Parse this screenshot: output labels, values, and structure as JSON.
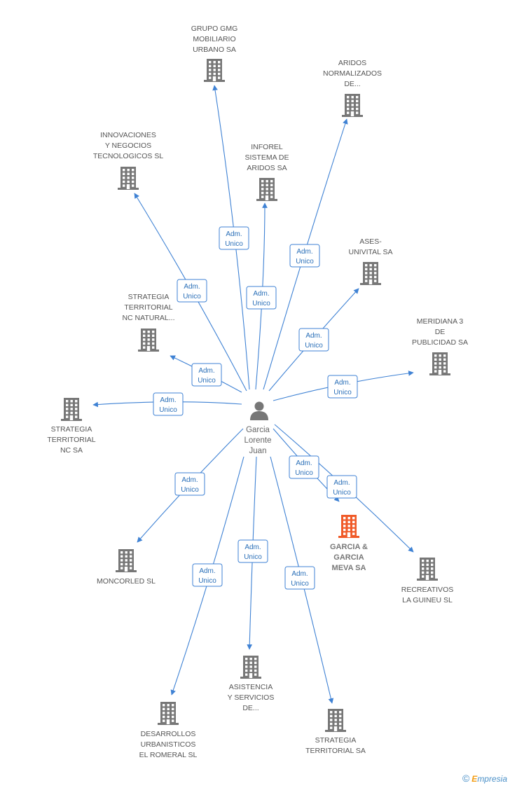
{
  "center": {
    "name_lines": [
      "Garcia",
      "Lorente",
      "Juan"
    ]
  },
  "edge_label_lines": [
    "Adm.",
    "Unico"
  ],
  "nodes": [
    {
      "id": "grupo-gmg",
      "lines": [
        "GRUPO GMG",
        "MOBILIARIO",
        "URBANO SA"
      ],
      "highlight": false
    },
    {
      "id": "aridos-normalizados",
      "lines": [
        "ARIDOS",
        "NORMALIZADOS",
        "DE..."
      ],
      "highlight": false
    },
    {
      "id": "innovaciones",
      "lines": [
        "INNOVACIONES",
        "Y NEGOCIOS",
        "TECNOLOGICOS SL"
      ],
      "highlight": false
    },
    {
      "id": "inforel",
      "lines": [
        "INFOREL",
        "SISTEMA DE",
        "ARIDOS SA"
      ],
      "highlight": false
    },
    {
      "id": "ases-univital",
      "lines": [
        "ASES-",
        "UNIVITAL SA"
      ],
      "highlight": false
    },
    {
      "id": "strategia-natural",
      "lines": [
        "STRATEGIA",
        "TERRITORIAL",
        "NC NATURAL..."
      ],
      "highlight": false
    },
    {
      "id": "meridiana",
      "lines": [
        "MERIDIANA 3",
        "DE",
        "PUBLICIDAD SA"
      ],
      "highlight": false
    },
    {
      "id": "strategia-nc",
      "lines": [
        "STRATEGIA",
        "TERRITORIAL",
        "NC SA"
      ],
      "highlight": false
    },
    {
      "id": "garcia-meva",
      "lines": [
        "GARCIA &",
        "GARCIA",
        "MEVA SA"
      ],
      "highlight": true
    },
    {
      "id": "moncorled",
      "lines": [
        "MONCORLED SL"
      ],
      "highlight": false
    },
    {
      "id": "recreativos",
      "lines": [
        "RECREATIVOS",
        "LA GUINEU SL"
      ],
      "highlight": false
    },
    {
      "id": "asistencia",
      "lines": [
        "ASISTENCIA",
        "Y SERVICIOS",
        "DE..."
      ],
      "highlight": false
    },
    {
      "id": "desarrollos",
      "lines": [
        "DESARROLLOS",
        "URBANISTICOS",
        "EL ROMERAL SL"
      ],
      "highlight": false
    },
    {
      "id": "strategia-sa",
      "lines": [
        "STRATEGIA",
        "TERRITORIAL SA"
      ],
      "highlight": false
    }
  ],
  "colors": {
    "edge": "#3f82d4",
    "building": "#777777",
    "highlight": "#f05a28",
    "person": "#777777"
  },
  "footer": {
    "copyright": "©",
    "brand_first": "E",
    "brand_rest": "mpresia"
  }
}
